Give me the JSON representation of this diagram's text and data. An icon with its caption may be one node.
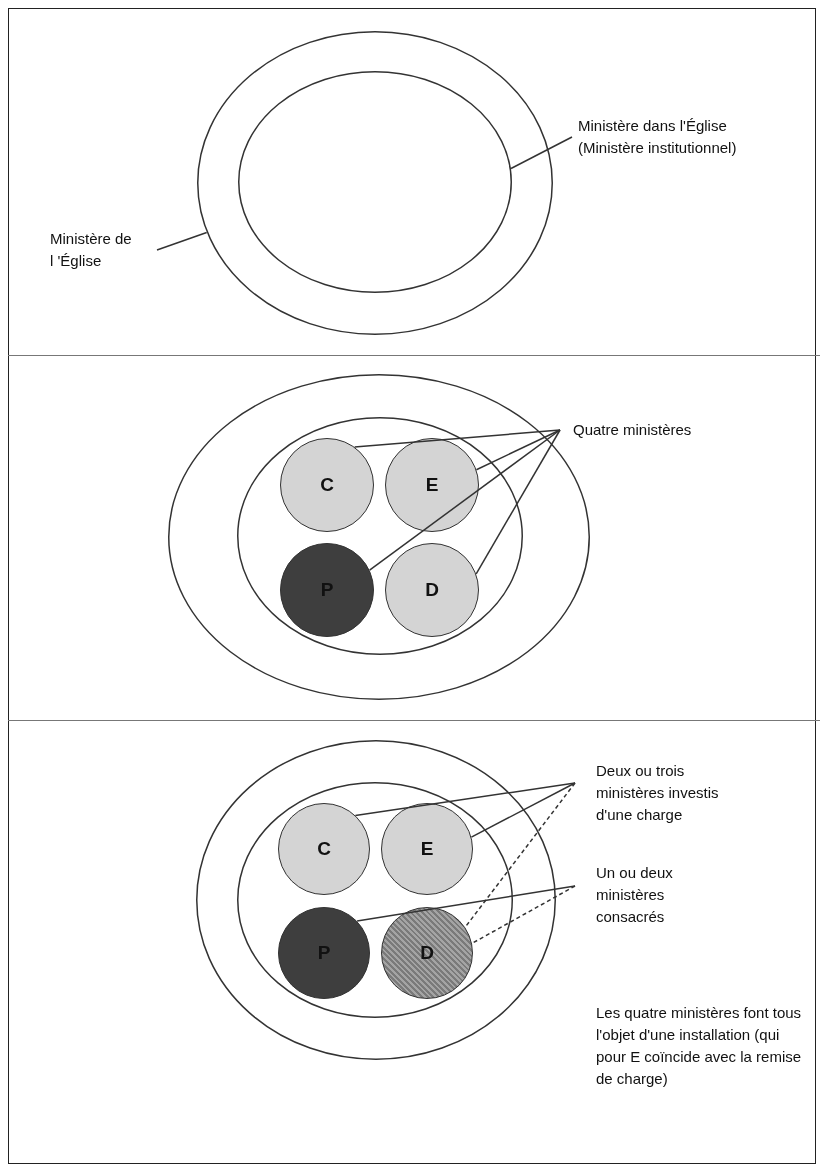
{
  "diagram": {
    "nodes": [
      {
        "text": [],
        "shape": "ellipse"
      },
      {
        "text": [],
        "shape": "ellipse",
        "in": 0
      },
      {
        "text": [
          "Ministère dans l'Église (Ministère institutionnel)"
        ]
      },
      {
        "text": [
          "Ministère de l 'Église"
        ]
      },
      {
        "text": [],
        "shape": "ellipse"
      },
      {
        "text": [],
        "shape": "ellipse",
        "in": 4
      },
      {
        "text": [
          "C"
        ],
        "in": 5
      },
      {
        "text": [
          "E"
        ],
        "in": 5
      },
      {
        "text": [
          "P"
        ],
        "in": 5
      },
      {
        "text": [
          "D"
        ],
        "in": 5
      },
      {
        "text": [
          "Quatre ministères"
        ]
      },
      {
        "text": [],
        "shape": "ellipse"
      },
      {
        "text": [],
        "shape": "ellipse",
        "in": 11
      },
      {
        "text": [
          "C"
        ],
        "in": 12
      },
      {
        "text": [
          "E"
        ],
        "in": 12
      },
      {
        "text": [
          "P"
        ],
        "in": 12
      },
      {
        "text": [
          "D"
        ],
        "in": 12
      },
      {
        "text": [
          "Deux ou trois ministères investis d'une charge"
        ]
      },
      {
        "text": [
          "Un ou deux ministères consacrés"
        ]
      }
    ],
    "edges": [
      {
        "from": 2,
        "to": 1,
        "arrow": "none"
      },
      {
        "from": 3,
        "to": 0,
        "arrow": "none"
      },
      {
        "from": 10,
        "to": 6,
        "arrow": "none"
      },
      {
        "from": 10,
        "to": 7,
        "arrow": "none"
      },
      {
        "from": 10,
        "to": 8,
        "arrow": "none"
      },
      {
        "from": 10,
        "to": 9,
        "arrow": "none"
      },
      {
        "from": 17,
        "to": 13,
        "arrow": "none"
      },
      {
        "from": 17,
        "to": 14,
        "arrow": "none"
      },
      {
        "from": 17,
        "to": 16,
        "arrow": "none",
        "style": "dashed"
      },
      {
        "from": 18,
        "to": 15,
        "arrow": "none"
      },
      {
        "from": 18,
        "to": 16,
        "arrow": "none",
        "style": "dashed"
      }
    ],
    "labels": [
      "Les quatre ministères font tous l'objet d'une installation (qui pour E coïncide avec la remise de charge)"
    ]
  }
}
